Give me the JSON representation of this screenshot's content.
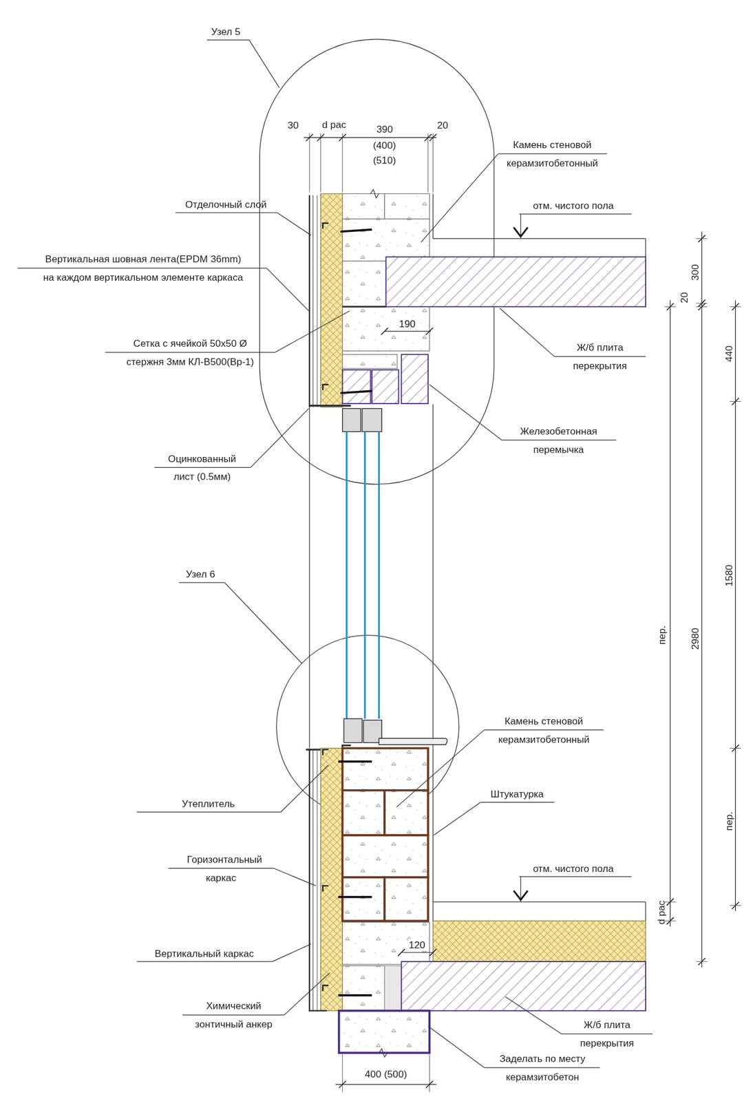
{
  "diagram": {
    "labels": [
      "Узел 5",
      "30",
      "d рас",
      "390",
      "(400)",
      "(510)",
      "20",
      "Камень стеновой керамзитобетонный",
      "Отделочный слой",
      "отм. чистого пола",
      "Вертикальная шовная лента(EPDM 36mm) на каждом вертикальном элементе каркаса",
      "300",
      "20",
      "190",
      "Сетка с ячейкой 50x50 Ø стержня 3мм КЛ-В500(Вр-1)",
      "Ж/б плита перекрытия",
      "440",
      "Железобетонная перемычка",
      "Оцинкованный лист (0.5мм)",
      "Узел 6",
      "1580",
      "пер.",
      "2980",
      "Камень стеновой керамзитобетонный",
      "Штукатурка",
      "Утеплитель",
      "пер.",
      "Горизонтальный каркас",
      "отм. чистого пола",
      "Вертикальный каркас",
      "120",
      "d рас",
      "Химический зонтичный анкер",
      "Ж/б плита перекрытия",
      "Заделать по месту керамзитобетон",
      "400 (500)"
    ]
  }
}
